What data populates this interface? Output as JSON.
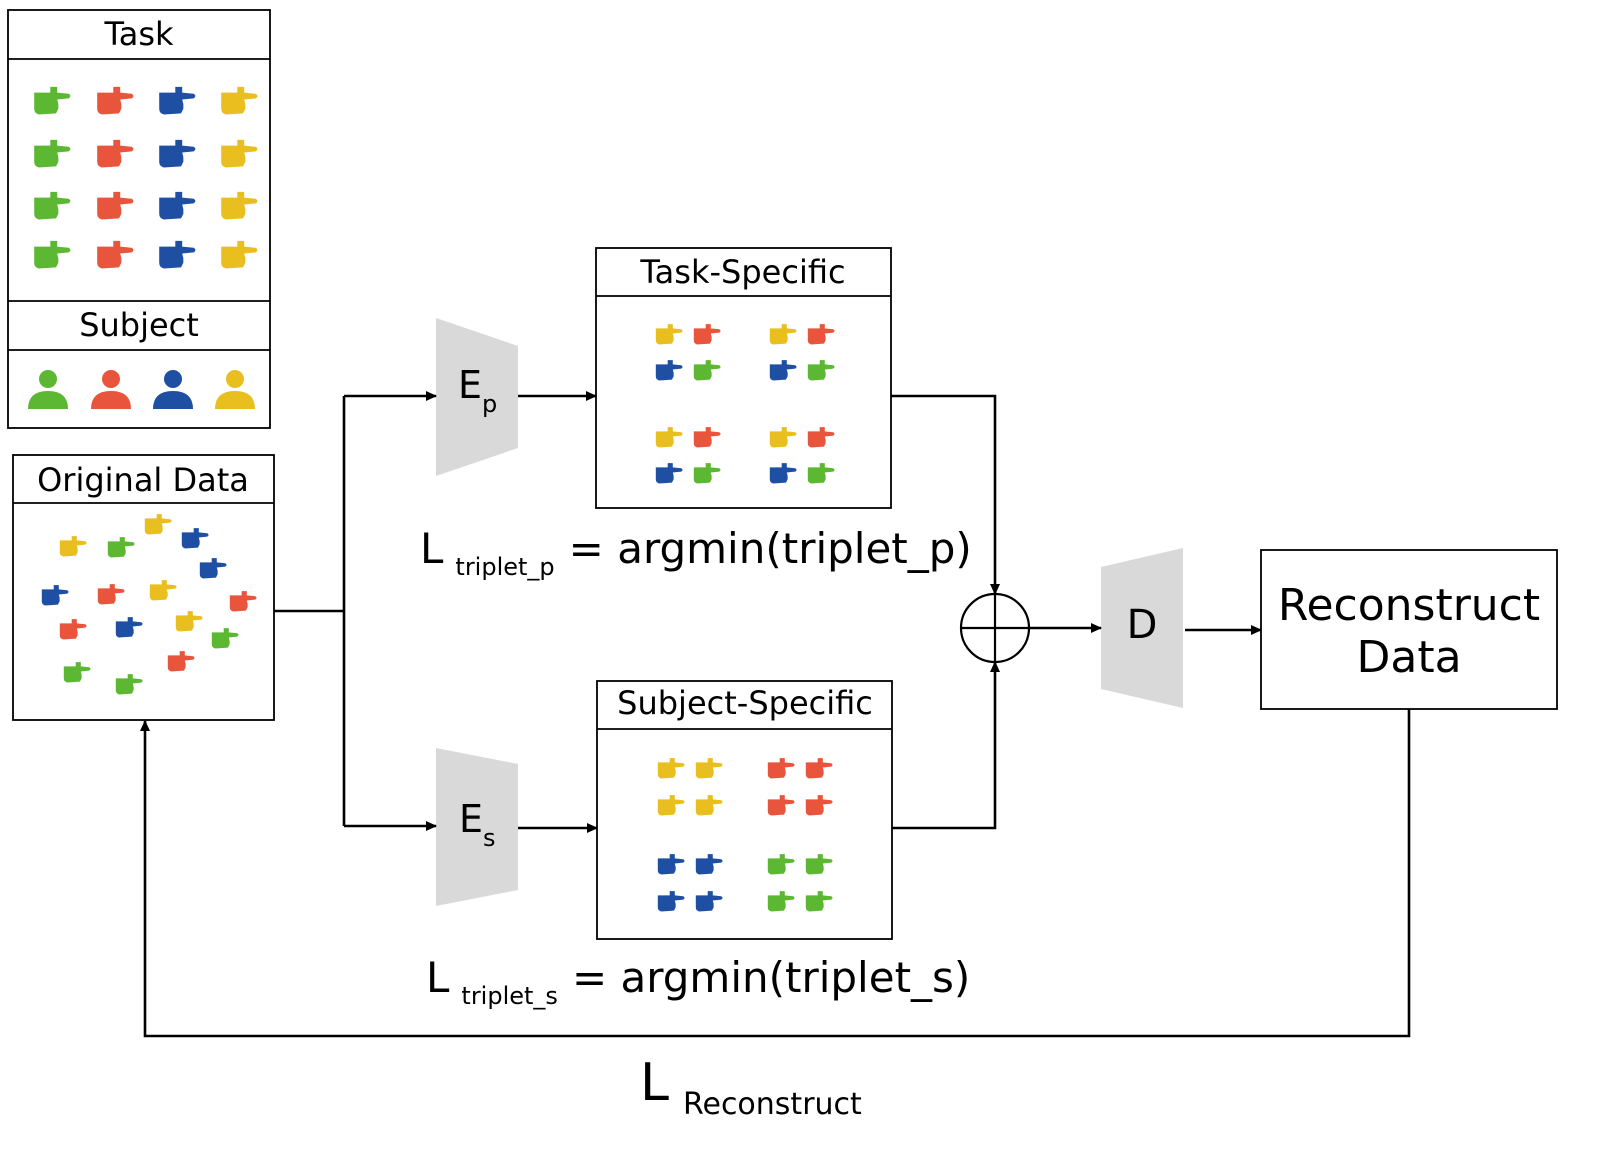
{
  "legend": {
    "task_title": "Task",
    "subject_title": "Subject"
  },
  "original": {
    "title": "Original Data"
  },
  "encoders": {
    "ep_letter": "E",
    "ep_sub": "p",
    "es_letter": "E",
    "es_sub": "s",
    "decoder": "D"
  },
  "task_specific": {
    "title": "Task-Specific"
  },
  "subject_specific": {
    "title": "Subject-Specific"
  },
  "reconstruct": {
    "line1": "Reconstruct",
    "line2": "Data"
  },
  "losses": {
    "tp_L": "L",
    "tp_sub": "triplet_p",
    "tp_rhs": "= argmin(triplet_p)",
    "ts_L": "L",
    "ts_sub": "triplet_s",
    "ts_rhs": "= argmin(triplet_s)",
    "rec_L": "L",
    "rec_sub": "Reconstruct"
  },
  "colors": {
    "green": "#5cb832",
    "red": "#e8553c",
    "blue": "#1f4fa3",
    "yellow": "#e9bf1f",
    "encoder_fill": "#d9d9d9"
  }
}
